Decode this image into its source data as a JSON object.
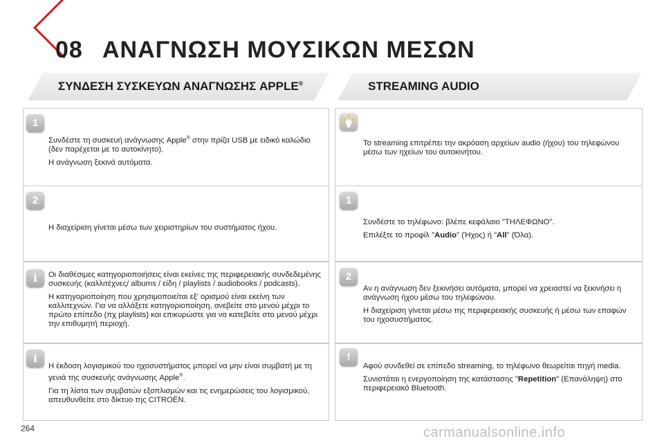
{
  "header": {
    "chapter_number": "08",
    "chapter_title": "ΑΝΑΓΝΩΣΗ ΜΟΥΣΙΚΩΝ ΜΕΣΩΝ"
  },
  "left": {
    "section_title": "ΣΥΝΔΕΣΗ ΣΥΣΚΕΥΩΝ ΑΝΑΓΝΩΣΗΣ APPLE",
    "section_title_sup": "®",
    "panels": [
      {
        "badge": "1",
        "p1a": "Συνδέστε τη συσκευή ανάγνωσης Apple",
        "p1sup": "®",
        "p1b": " στην πρίζα USB με ειδικό καλώδιο (δεν παρέχεται με το αυτοκίνητο).",
        "p2": "Η ανάγνωση ξεκινά αυτόματα."
      },
      {
        "badge": "2",
        "p1": "Η διαχείριση γίνεται μέσω των χειριστηρίων του συστήματος ήχου."
      },
      {
        "badge": "i",
        "p1": "Οι διαθέσιμες κατηγοριοποιήσεις είναι εκείνες της περιφερειακής συνδεδεμένης συσκευής (καλλιτέχνες/ albums / είδη / playlists / audiobooks / podcasts).",
        "p2": "Η κατηγοριοποίηση που χρησιμοποιείται εξ' ορισμού είναι εκείνη των καλλιτεχνών. Για να αλλάξετε κατηγοριοποίηση, ανεβείτε στο μενού μέχρι το πρώτο επίπεδο (πχ playlists) και επικυρώστε για να κατεβείτε στο μενού μέχρι την επιθυμητή περιοχή."
      },
      {
        "badge": "i",
        "p1a": "Η έκδοση λογισμικού του ηχοσυστήματος μπορεί να μην είναι συμβατή με τη γενιά της συσκευής ανάγνωσης Apple",
        "p1sup": "®",
        "p1b": ".",
        "p2": "Για τη λίστα των συμβατών εξοπλισμών και τις ενημερώσεις του λογισμικού, απευθυνθείτε στο δίκτυο της CITROËN."
      }
    ]
  },
  "right": {
    "section_title": "STREAMING AUDIO",
    "panels": [
      {
        "badge": "tip",
        "p1": "Το streaming επιτρέπει την ακρόαση αρχείων audio (ήχου) του τηλεφώνου μέσω των ηχείων του αυτοκινήτου."
      },
      {
        "badge": "1",
        "p1": "Συνδέστε το τηλέφωνο: βλέπε κεφάλαιο \"ΤΗΛΕΦΩΝΟ\".",
        "p2a": "Επιλέξτε το προφίλ \"",
        "p2b": "Audio",
        "p2c": "\" (Ήχος) ή \"",
        "p2d": "All",
        "p2e": "\" (Όλα)."
      },
      {
        "badge": "2",
        "p1": "Αν η ανάγνωση δεν ξεκινήσει αυτόματα, μπορεί να χρειαστεί να ξεκινήσει η ανάγνωση ήχου μέσω του τηλεφώνου.",
        "p2": "Η διαχείριση γίνεται μέσω της περιφερειακής συσκευής ή μέσω των επαφών του ηχοσυστήματος."
      },
      {
        "badge": "!",
        "p1": "Αφού συνδεθεί σε επίπεδο streaming, το τηλέφωνο θεωρείται πηγή media.",
        "p2a": "Συνιστάται η ενεργοποίηση της κατάστασης \"",
        "p2b": "Repetition",
        "p2c": "\" (Επανάληψη) στο περιφερειακό Bluetooth."
      }
    ]
  },
  "footer": {
    "page_number": "264",
    "watermark": "carmanualsonline.info"
  },
  "colors": {
    "accent_red": "#d41c1c",
    "badge_grey": "#b5b5b5",
    "bulb_yellow": "#f2c200"
  }
}
